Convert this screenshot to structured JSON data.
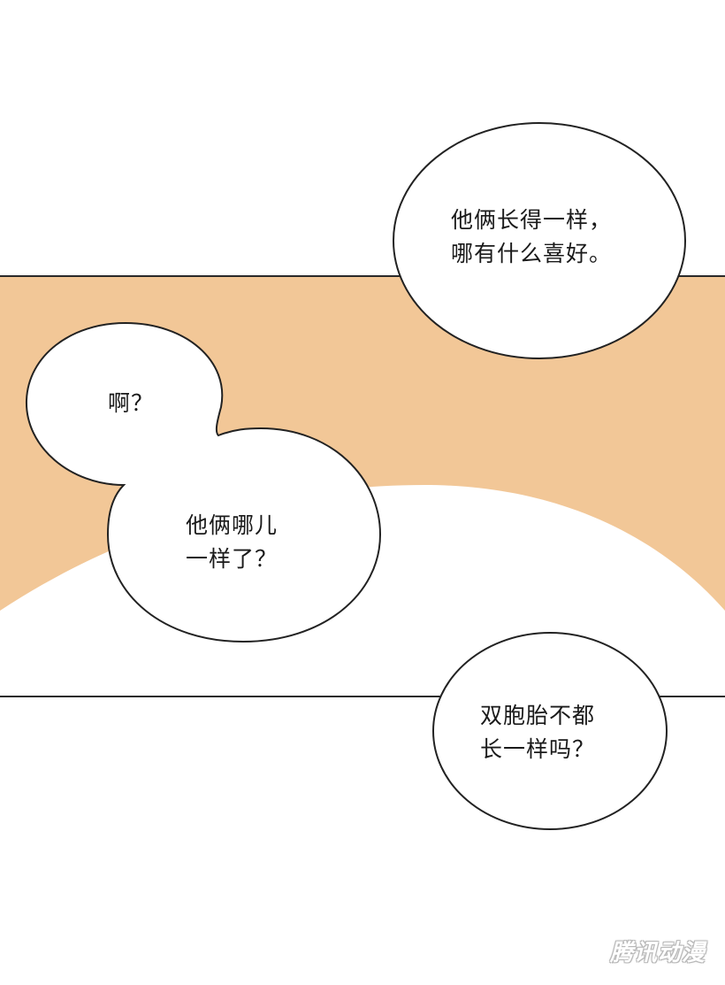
{
  "colors": {
    "background": "#ffffff",
    "panel_fill": "#f2c797",
    "panel_border": "#2a2a2a",
    "bubble_fill": "#ffffff",
    "bubble_stroke": "#222222",
    "text": "#1a1a1a"
  },
  "bubbles": {
    "top_right": {
      "line1": "他俩长得一样，",
      "line2": "哪有什么喜好。"
    },
    "left_small": {
      "line1": "啊？"
    },
    "left_large": {
      "line1": "他俩哪儿",
      "line2": "一样了？"
    },
    "bottom_right": {
      "line1": "双胞胎不都",
      "line2": "长一样吗？"
    }
  },
  "watermark": {
    "text": "腾讯动漫"
  }
}
